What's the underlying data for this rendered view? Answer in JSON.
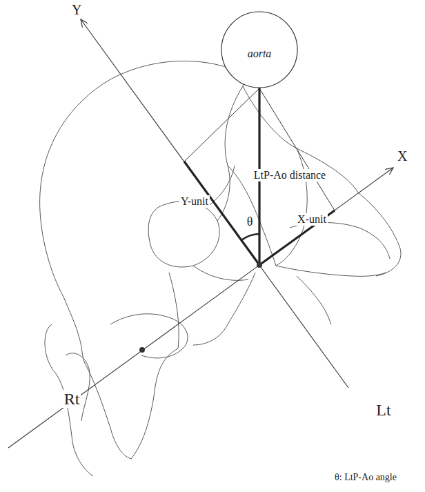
{
  "diagram": {
    "nodes": [
      {
        "text": [
          "aorta"
        ]
      }
    ],
    "labels": [
      "Y",
      "X",
      "LtP-Ao distance",
      "θ",
      "Y-unit",
      "X-unit",
      "Rt",
      "Lt",
      "θ: LtP-Ao angle"
    ]
  }
}
